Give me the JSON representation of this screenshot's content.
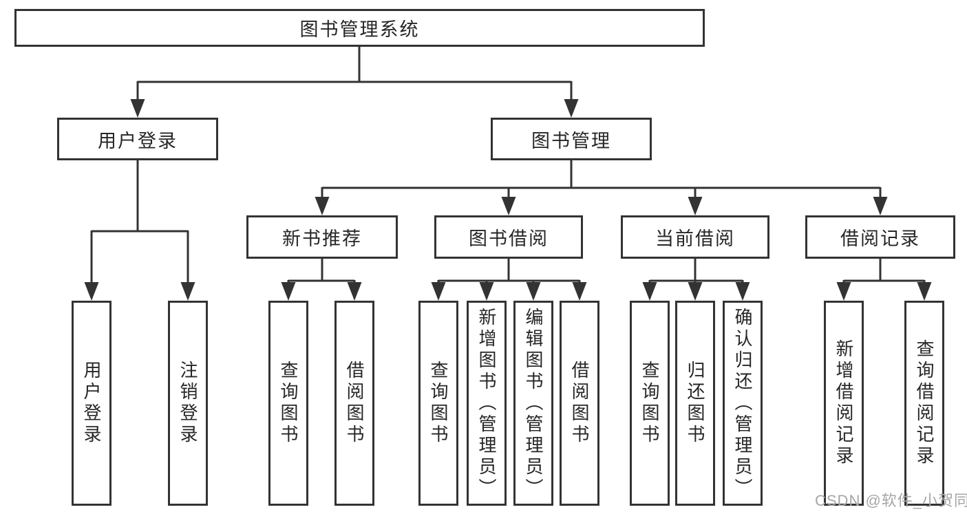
{
  "diagram": {
    "root": {
      "label": "图书管理系统"
    },
    "level2": [
      {
        "label": "用户登录"
      },
      {
        "label": "图书管理"
      }
    ],
    "level3": [
      {
        "label": "新书推荐",
        "parent": "图书管理"
      },
      {
        "label": "图书借阅",
        "parent": "图书管理"
      },
      {
        "label": "当前借阅",
        "parent": "图书管理"
      },
      {
        "label": "借阅记录",
        "parent": "图书管理"
      }
    ],
    "leaves": [
      {
        "label": "用户登录",
        "parent": "用户登录"
      },
      {
        "label": "注销登录",
        "parent": "用户登录"
      },
      {
        "label": "查询图书",
        "parent": "新书推荐"
      },
      {
        "label": "借阅图书",
        "parent": "新书推荐"
      },
      {
        "label": "查询图书",
        "parent": "图书借阅"
      },
      {
        "label": "新增图书（管理员）",
        "parent": "图书借阅"
      },
      {
        "label": "编辑图书（管理员）",
        "parent": "图书借阅"
      },
      {
        "label": "借阅图书",
        "parent": "图书借阅"
      },
      {
        "label": "查询图书",
        "parent": "当前借阅"
      },
      {
        "label": "归还图书",
        "parent": "当前借阅"
      },
      {
        "label": "确认归还（管理员）",
        "parent": "当前借阅"
      },
      {
        "label": "新增借阅记录",
        "parent": "借阅记录"
      },
      {
        "label": "查询借阅记录",
        "parent": "借阅记录"
      }
    ],
    "watermark": "CSDN @软件_小贺同学",
    "colors": {
      "line": "#333333",
      "text": "#262626",
      "background": "#ffffff",
      "watermark": "#a6a6a6"
    }
  }
}
